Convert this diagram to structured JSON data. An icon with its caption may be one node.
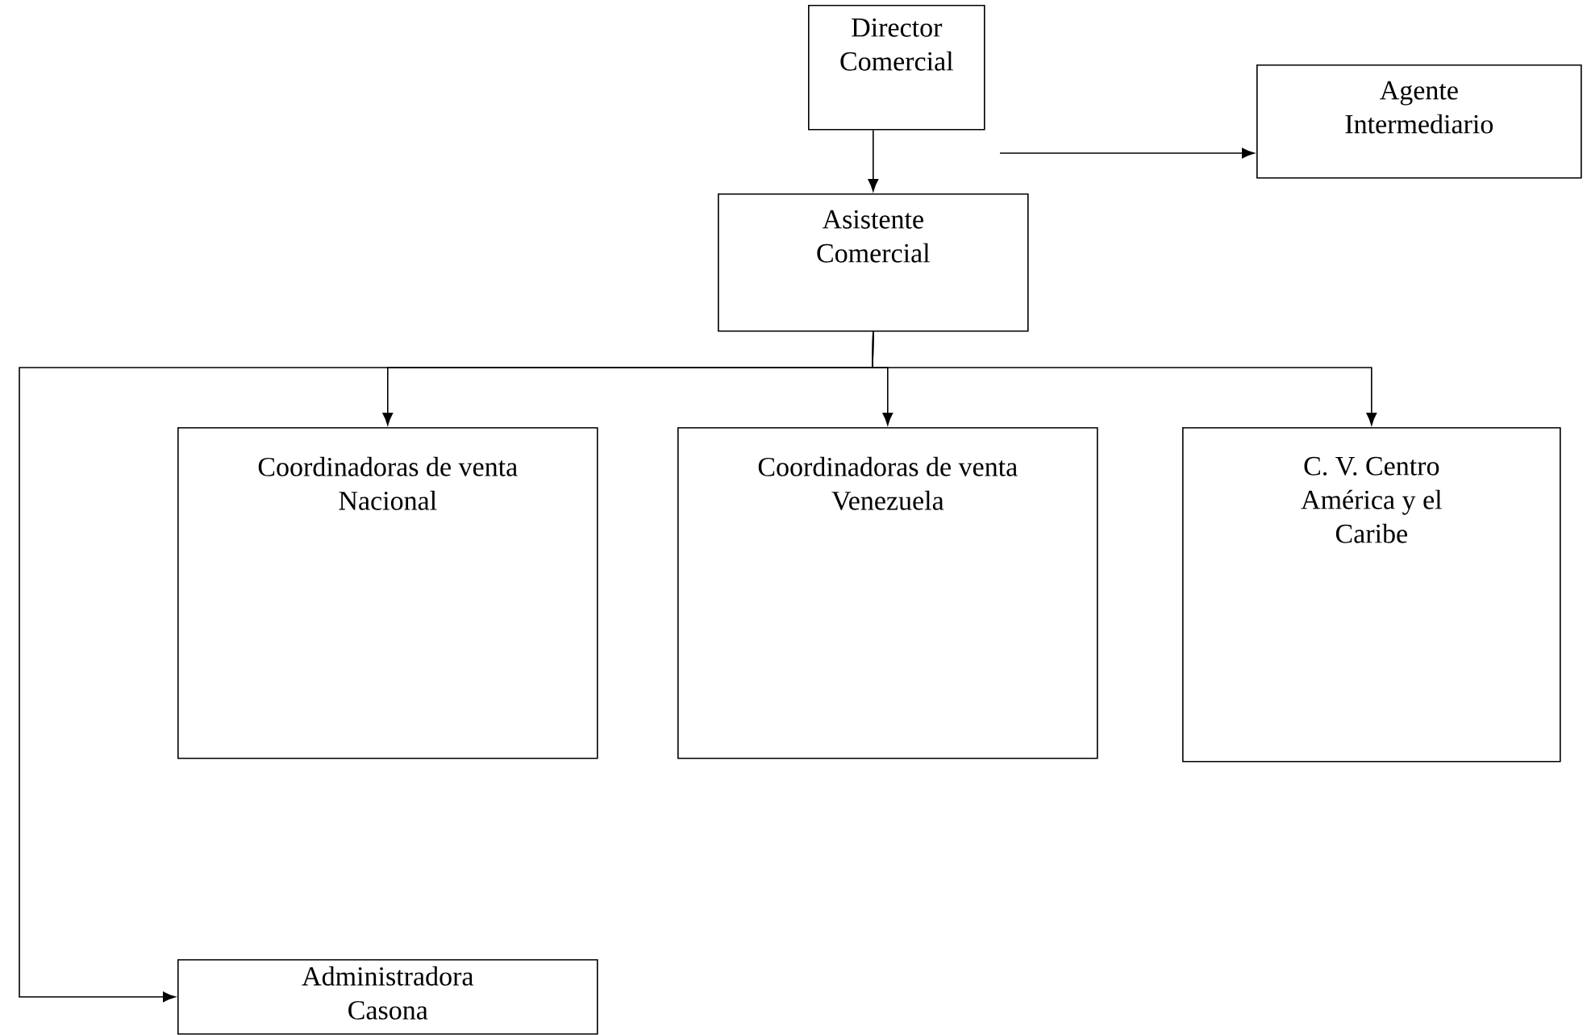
{
  "diagram": {
    "nodes": [
      {
        "text": [
          "Director Comercial"
        ]
      },
      {
        "text": [
          "Agente Intermediario"
        ]
      },
      {
        "text": [
          "Asistente Comercial"
        ]
      },
      {
        "text": [
          "Coordinadoras de venta Nacional"
        ]
      },
      {
        "text": [
          "Coordinadoras de venta Venezuela"
        ]
      },
      {
        "text": [
          "C. V. Centro América y el Caribe"
        ]
      },
      {
        "text": [
          "Administradora Casona"
        ]
      }
    ],
    "edges": [
      {
        "from": 0,
        "to": 2,
        "arrow": "to"
      },
      {
        "from": null,
        "to": 1,
        "arrow": "to"
      },
      {
        "from": 2,
        "to": 3,
        "arrow": "to"
      },
      {
        "from": 2,
        "to": 4,
        "arrow": "to"
      },
      {
        "from": 2,
        "to": 5,
        "arrow": "to"
      },
      {
        "from": 2,
        "to": 6,
        "arrow": "to"
      }
    ]
  }
}
